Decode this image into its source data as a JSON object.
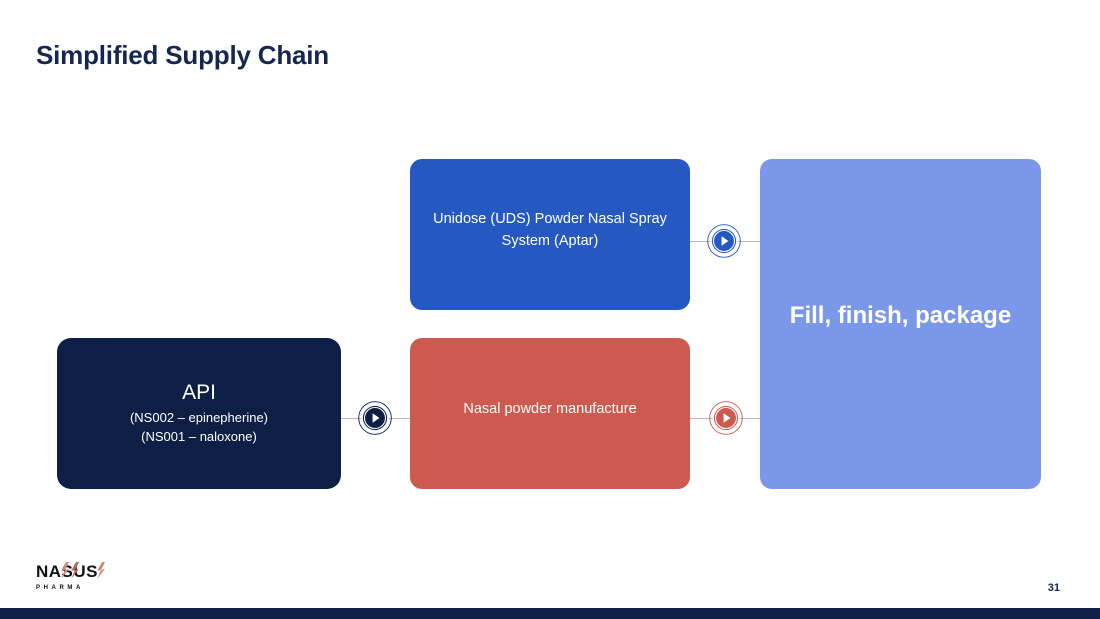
{
  "slide": {
    "title": "Simplified Supply Chain",
    "page_number": "31",
    "background_color": "#ffffff",
    "footer_bar_color": "#0d1f45",
    "title_color": "#16274f"
  },
  "diagram": {
    "type": "flow",
    "nodes": [
      {
        "id": "api",
        "main_label": "API",
        "sub_label_1": "(NS002 – epinepherine)",
        "sub_label_2": "(NS001 – naloxone)",
        "color": "#0d1f45",
        "text_color": "#ffffff"
      },
      {
        "id": "unidose",
        "label": "Unidose (UDS) Powder Nasal Spray System (Aptar)",
        "color": "#2558c0",
        "text_color": "#ffffff"
      },
      {
        "id": "powder",
        "label": "Nasal powder manufacture",
        "color": "#cc5a4e",
        "text_color": "#ffffff"
      },
      {
        "id": "fill",
        "label": "Fill, finish, package",
        "color": "#7b98e8",
        "text_color": "#ffffff"
      }
    ],
    "connectors": [
      {
        "id": "api-to-powder",
        "icon": "play-arrow-icon",
        "color": "#0d1f45",
        "from": "api",
        "to": "powder"
      },
      {
        "id": "unidose-to-fill",
        "icon": "play-arrow-icon",
        "color": "#2558c0",
        "from": "unidose",
        "to": "fill"
      },
      {
        "id": "powder-to-fill",
        "icon": "play-arrow-icon",
        "color": "#cc5a4e",
        "from": "powder",
        "to": "fill"
      }
    ],
    "connector_line_color": "#b9b7b5"
  },
  "logo": {
    "wordmark": "NASUS",
    "subtitle": "PHARMA",
    "accent_color": "#c98a7e",
    "text_color": "#111111"
  }
}
